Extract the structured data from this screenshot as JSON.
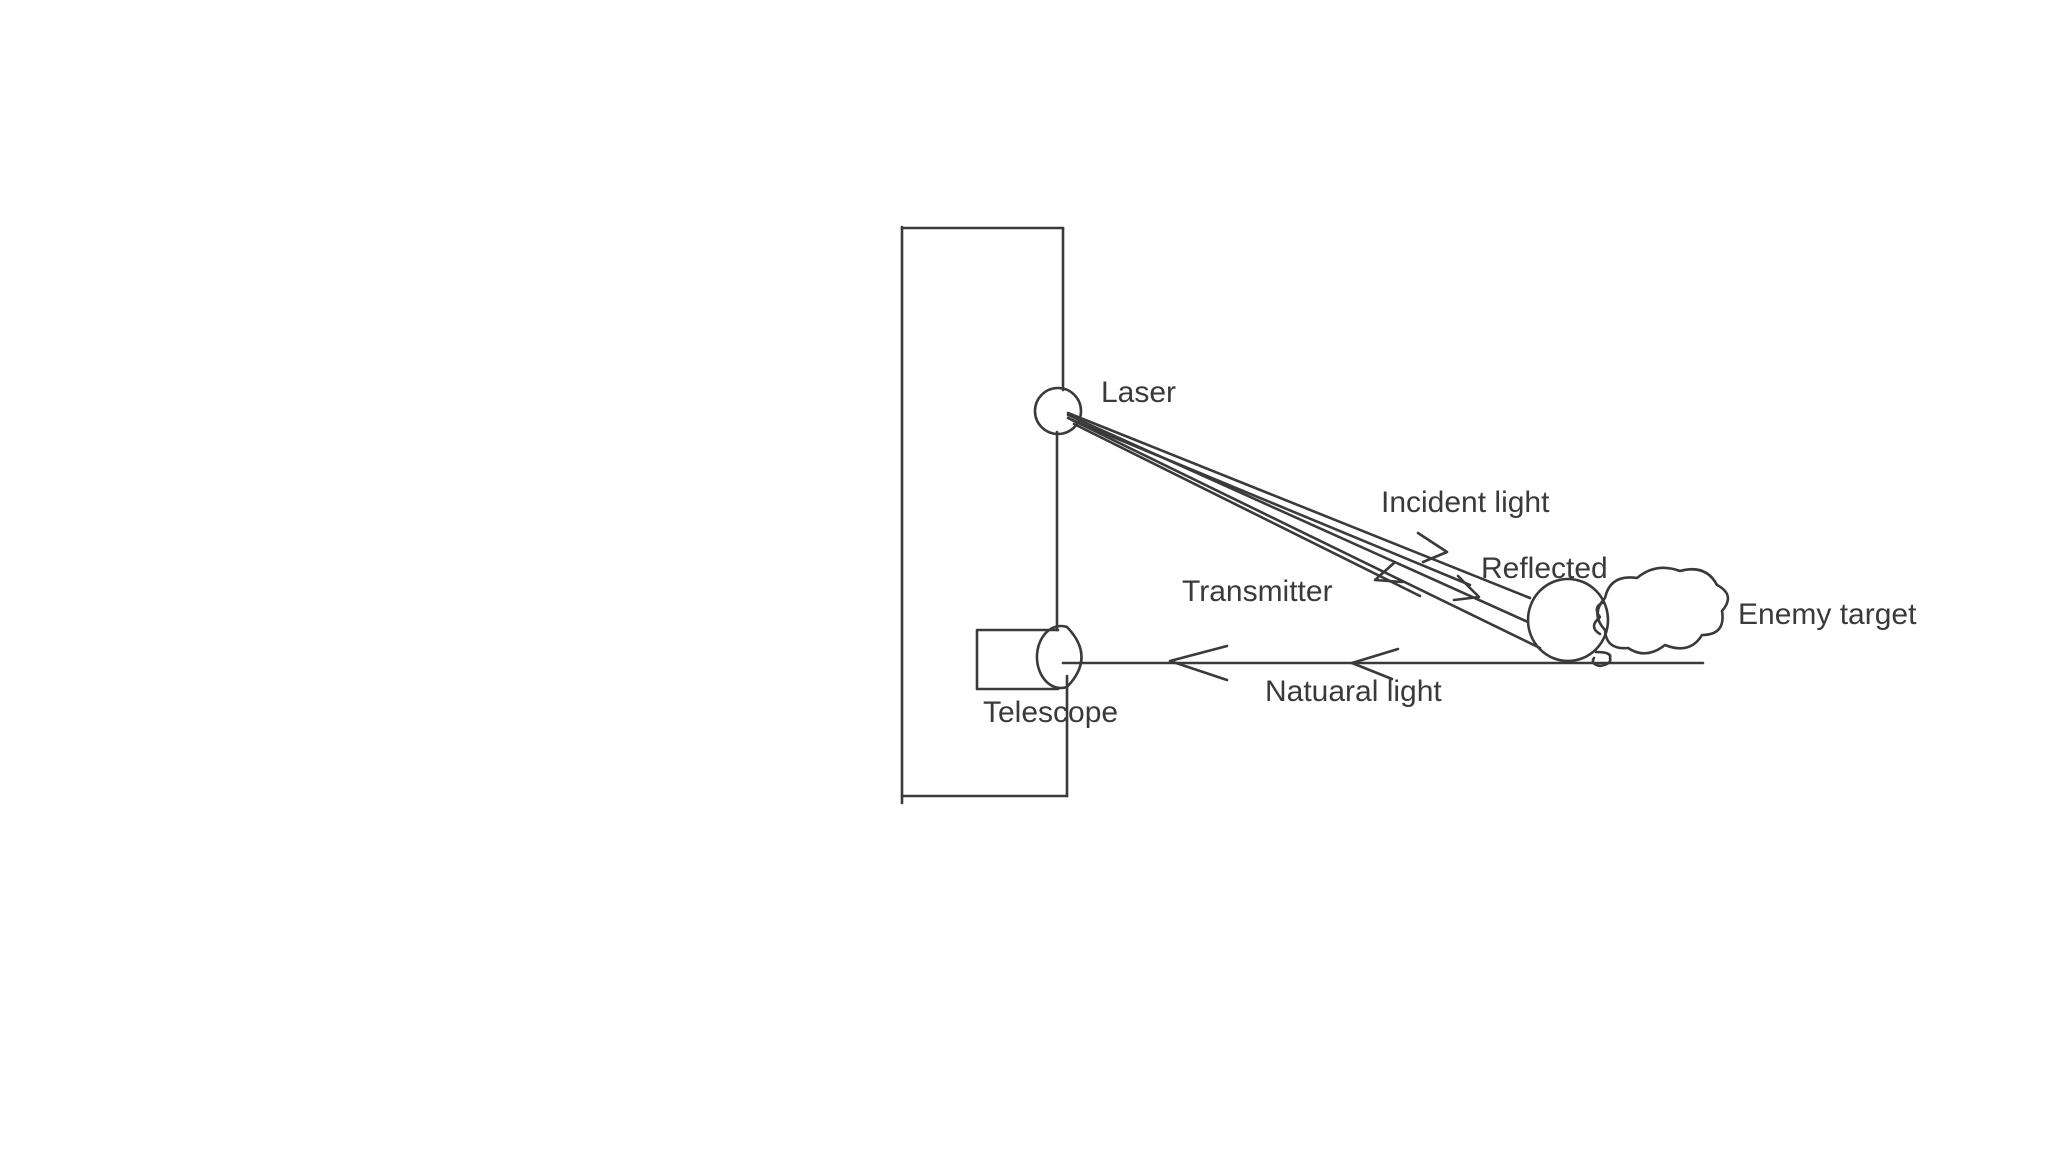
{
  "labels": {
    "laser": "Laser",
    "incident_light": "Incident light",
    "reflected": "Reflected",
    "transmitter": "Transmitter",
    "enemy_target": "Enemy target",
    "telescope": "Telescope",
    "natural_light": "Natuaral light"
  },
  "colors": {
    "line": "#3a3a3a",
    "background": "#ffffff"
  }
}
